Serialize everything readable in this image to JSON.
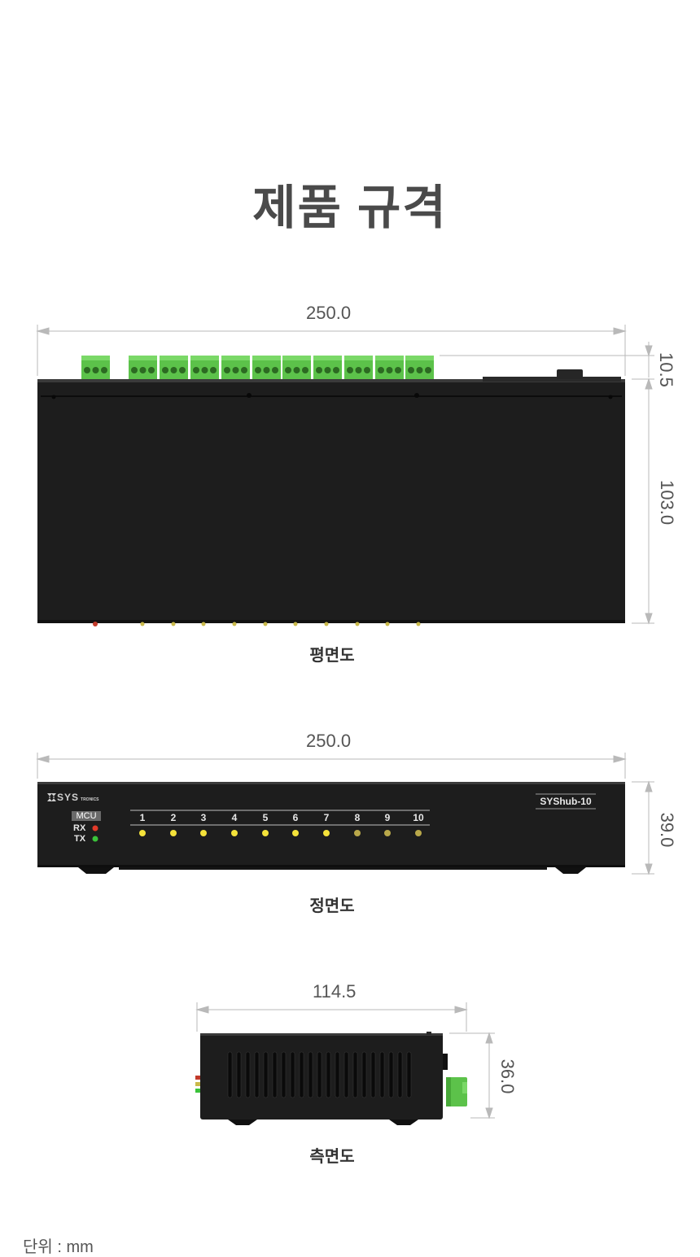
{
  "title": "제품 규격",
  "top_view": {
    "caption": "평면도",
    "width_label": "250.0",
    "terminal_height_label": "10.5",
    "depth_label": "103.0"
  },
  "front_view": {
    "caption": "정면도",
    "width_label": "250.0",
    "height_label": "39.0",
    "brand": "SYS",
    "brand_sub": "TRONICS",
    "model": "SYShub-10",
    "mcu_label": "MCU",
    "rx_label": "RX",
    "tx_label": "TX",
    "ports": [
      "1",
      "2",
      "3",
      "4",
      "5",
      "6",
      "7",
      "8",
      "9",
      "10"
    ]
  },
  "side_view": {
    "caption": "측면도",
    "width_label": "114.5",
    "height_label": "36.0"
  },
  "unit_note": "단위 : mm",
  "colors": {
    "device_body": "#1c1c1c",
    "terminal_green": "#5cc24a",
    "led_yellow": "#f4e23a",
    "led_red": "#e23a2a",
    "led_green": "#3ac23a",
    "dimension_line": "#b9b9b9"
  }
}
